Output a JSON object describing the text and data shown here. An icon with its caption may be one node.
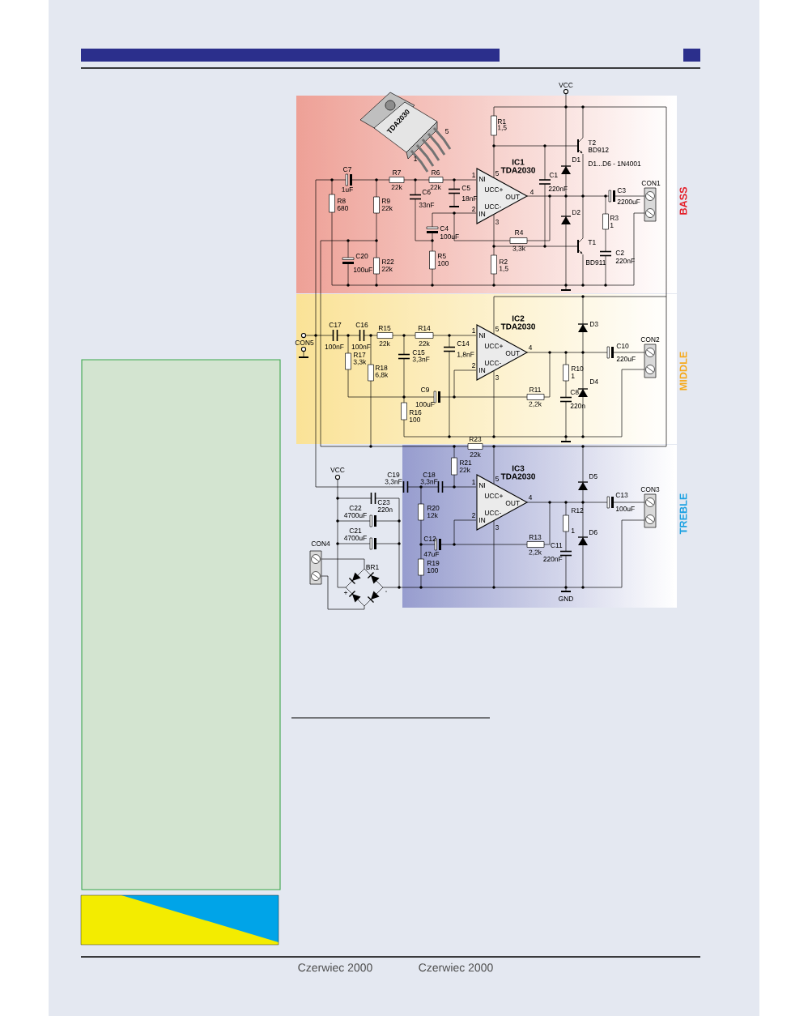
{
  "diagram": {
    "labels": [
      "VCC",
      "TDA2030",
      "1",
      "5",
      "R1",
      "1,5",
      "T2",
      "BD912",
      "D1...D6 - 1N4001",
      "D1",
      "C1",
      "220nF",
      "C7",
      "1uF",
      "R7",
      "22k",
      "R6",
      "22k",
      "C5",
      "18nF",
      "C6",
      "33nF",
      "1",
      "5",
      "2",
      "3",
      "4",
      "CON1",
      "C3",
      "2200uF",
      "R8",
      "680",
      "R9",
      "22k",
      "D2",
      "R3",
      "1",
      "C4",
      "100uF",
      "R4",
      "3,3k",
      "T1",
      "BD911",
      "C2",
      "220nF",
      "C20",
      "100uF",
      "R22",
      "22k",
      "R5",
      "100",
      "R2",
      "1,5",
      "BASS",
      "C17",
      "100nF",
      "C16",
      "100nF",
      "R15",
      "22k",
      "R14",
      "22k",
      "C14",
      "1,8nF",
      "CON5",
      "1",
      "5",
      "2",
      "3",
      "4",
      "D3",
      "C15",
      "3,3nF",
      "R17",
      "3,3k",
      "R18",
      "6,8k",
      "CON2",
      "C10",
      "220uF",
      "R10",
      "1",
      "D4",
      "C8",
      "220n",
      "C9",
      "100uF",
      "R11",
      "2,2k",
      "R16",
      "100",
      "MIDDLE",
      "R23",
      "22k",
      "R21",
      "22k",
      "VCC",
      "C19",
      "3,3nF",
      "C18",
      "3,3nF",
      "1",
      "5",
      "D5",
      "2",
      "3",
      "4",
      "C23",
      "220n",
      "C22",
      "4700uF",
      "R20",
      "12k",
      "C13",
      "100uF",
      "CON3",
      "R12",
      "1",
      "D6",
      "C21",
      "4700uF",
      "C12",
      "47uF",
      "R13",
      "2,2k",
      "C11",
      "220nF",
      "CON4",
      "BR1",
      "R19",
      "100",
      "+",
      "-",
      "GND",
      "TREBLE",
      "Czerwiec 2000",
      "Czerwiec 2000",
      "IC1",
      "TDA2030",
      "NI",
      "IN",
      "UCC+",
      "UCC-",
      "OUT",
      "IC2",
      "TDA2030",
      "NI",
      "IN",
      "UCC+",
      "UCC-",
      "OUT",
      "IC3",
      "TDA2030",
      "NI",
      "IN",
      "UCC+",
      "UCC-",
      "OUT"
    ]
  }
}
